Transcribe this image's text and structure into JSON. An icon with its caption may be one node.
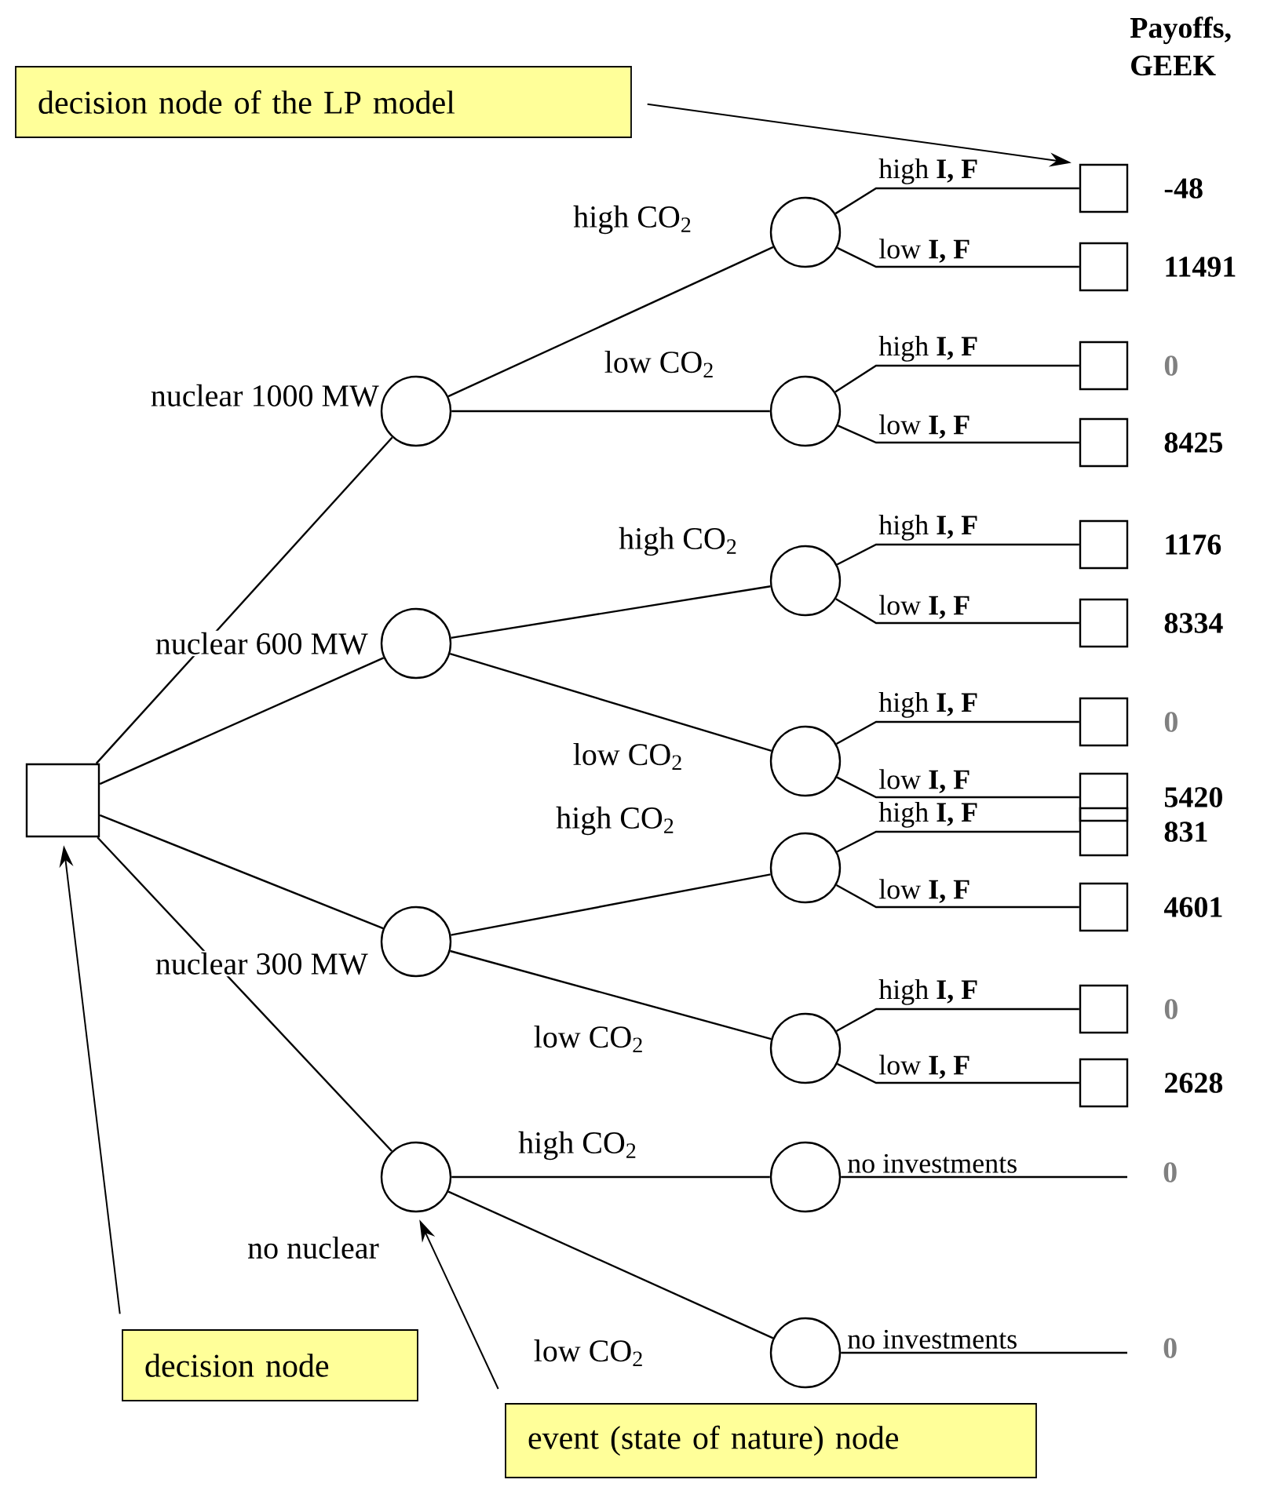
{
  "diagram": {
    "nodes": [
      {
        "text": [],
        "shape": "box"
      },
      {
        "text": [],
        "shape": "circle"
      },
      {
        "text": [],
        "shape": "circle"
      },
      {
        "text": [],
        "shape": "circle"
      },
      {
        "text": [],
        "shape": "circle"
      },
      {
        "text": [],
        "shape": "circle"
      },
      {
        "text": [],
        "shape": "circle"
      },
      {
        "text": [],
        "shape": "circle"
      },
      {
        "text": [],
        "shape": "circle"
      },
      {
        "text": [],
        "shape": "circle"
      },
      {
        "text": [],
        "shape": "circle"
      },
      {
        "text": [],
        "shape": "circle"
      },
      {
        "text": [],
        "shape": "circle"
      },
      {
        "text": [],
        "shape": "box",
        "beside": [
          "-48"
        ]
      },
      {
        "text": [],
        "shape": "box",
        "beside": [
          "11491"
        ]
      },
      {
        "text": [],
        "shape": "box",
        "beside": [
          "0"
        ]
      },
      {
        "text": [],
        "shape": "box",
        "beside": [
          "8425"
        ]
      },
      {
        "text": [],
        "shape": "box",
        "beside": [
          "1176"
        ]
      },
      {
        "text": [],
        "shape": "box",
        "beside": [
          "8334"
        ]
      },
      {
        "text": [],
        "shape": "box",
        "beside": [
          "0"
        ]
      },
      {
        "text": [],
        "shape": "box",
        "beside": [
          "5420"
        ]
      },
      {
        "text": [],
        "shape": "box",
        "beside": [
          "831"
        ]
      },
      {
        "text": [],
        "shape": "box",
        "beside": [
          "4601"
        ]
      },
      {
        "text": [],
        "shape": "box",
        "beside": [
          "0"
        ]
      },
      {
        "text": [],
        "shape": "box",
        "beside": [
          "2628"
        ]
      },
      {
        "text": [
          "decision node of the LP model"
        ]
      },
      {
        "text": [
          "decision node"
        ]
      },
      {
        "text": [
          "event (state of nature) node"
        ]
      }
    ],
    "edges": [
      {
        "from": 0,
        "to": 1,
        "arrow": "none",
        "label": "nuclear 1000 MW"
      },
      {
        "from": 0,
        "to": 2,
        "arrow": "none",
        "label": "nuclear 600 MW"
      },
      {
        "from": 0,
        "to": 3,
        "arrow": "none",
        "label": "nuclear 300 MW"
      },
      {
        "from": 0,
        "to": 4,
        "arrow": "none",
        "label": "no nuclear"
      },
      {
        "from": 1,
        "to": 5,
        "arrow": "none",
        "label": "high CO$_{2}$"
      },
      {
        "from": 1,
        "to": 6,
        "arrow": "none",
        "label": "low CO$_{2}$"
      },
      {
        "from": 2,
        "to": 7,
        "arrow": "none",
        "label": "high CO$_{2}$"
      },
      {
        "from": 2,
        "to": 8,
        "arrow": "none",
        "label": "low CO$_{2}$"
      },
      {
        "from": 3,
        "to": 9,
        "arrow": "none",
        "label": "high CO$_{2}$"
      },
      {
        "from": 3,
        "to": 10,
        "arrow": "none",
        "label": "low CO$_{2}$"
      },
      {
        "from": 4,
        "to": 11,
        "arrow": "none",
        "label": "high CO$_{2}$"
      },
      {
        "from": 4,
        "to": 12,
        "arrow": "none",
        "label": "low CO$_{2}$"
      },
      {
        "from": 5,
        "to": 13,
        "arrow": "none",
        "label": "high **I, F**"
      },
      {
        "from": 5,
        "to": 14,
        "arrow": "none",
        "label": "low **I, F**"
      },
      {
        "from": 6,
        "to": 15,
        "arrow": "none",
        "label": "high **I, F**"
      },
      {
        "from": 6,
        "to": 16,
        "arrow": "none",
        "label": "low **I, F**"
      },
      {
        "from": 7,
        "to": 17,
        "arrow": "none",
        "label": "high **I, F**"
      },
      {
        "from": 7,
        "to": 18,
        "arrow": "none",
        "label": "low **I, F**"
      },
      {
        "from": 8,
        "to": 19,
        "arrow": "none",
        "label": "high **I, F**"
      },
      {
        "from": 8,
        "to": 20,
        "arrow": "none",
        "label": "low **I, F**"
      },
      {
        "from": 9,
        "to": 21,
        "arrow": "none",
        "label": "high **I, F**"
      },
      {
        "from": 9,
        "to": 22,
        "arrow": "none",
        "label": "low **I, F**"
      },
      {
        "from": 10,
        "to": 23,
        "arrow": "none",
        "label": "high **I, F**"
      },
      {
        "from": 10,
        "to": 24,
        "arrow": "none",
        "label": "low **I, F**"
      },
      {
        "from": 11,
        "to": null,
        "arrow": "none",
        "label": "no investments"
      },
      {
        "from": 12,
        "to": null,
        "arrow": "none",
        "label": "no investments"
      },
      {
        "from": 25,
        "to": 13,
        "arrow": "to"
      },
      {
        "from": 26,
        "to": 0,
        "arrow": "to"
      },
      {
        "from": 27,
        "to": 4,
        "arrow": "to"
      }
    ],
    "labels": [
      "Payoffs, GEEK",
      "0",
      "0"
    ]
  }
}
